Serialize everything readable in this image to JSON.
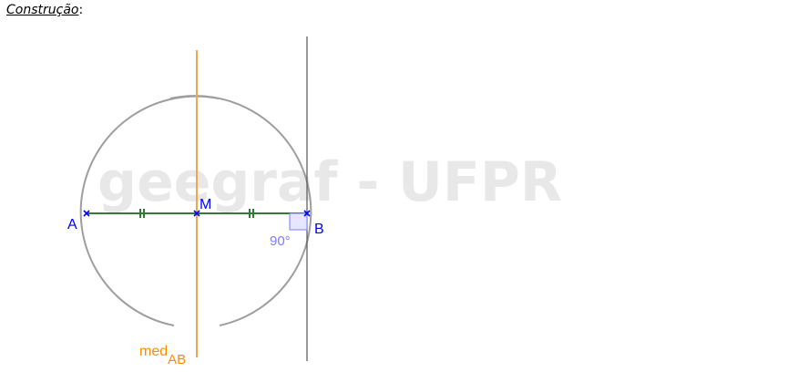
{
  "heading": {
    "text": "Construção",
    "suffix": ":"
  },
  "watermark": "geegraf - UFPR",
  "points": {
    "A": "A",
    "B": "B",
    "M": "M"
  },
  "angle_label": "90°",
  "bisector_label": {
    "main": "med",
    "subscript": "AB"
  },
  "colors": {
    "segment": "#2e7d32",
    "bisector": "#f0a64a",
    "arcs": "#9e9e9e",
    "perpendicular": "#555555",
    "points": "#0000ff",
    "angle": "#7b7bff",
    "watermark": "#e8e8e8"
  }
}
